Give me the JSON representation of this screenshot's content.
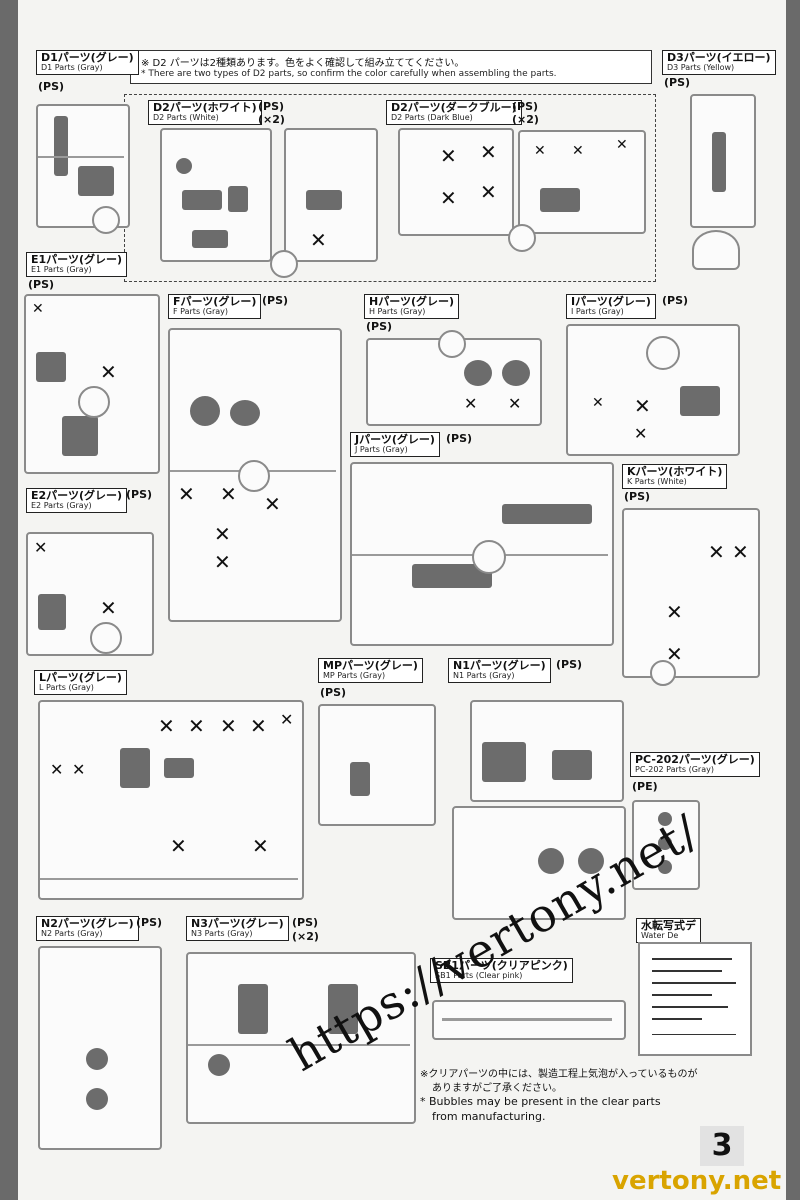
{
  "notice": {
    "line1": "※ D2 パーツは2種類あります。色をよく確認して組み立ててください。",
    "line2": "* There are two types of D2 parts, so confirm the color carefully when assembling the parts."
  },
  "sections": {
    "d1": {
      "jp": "D1パーツ(グレー)",
      "en": "D1 Parts (Gray)",
      "mat": "(PS)"
    },
    "d2w": {
      "jp": "D2パーツ(ホワイト)",
      "en": "D2 Parts (White)",
      "mat": "(PS)",
      "qty": "(×2)"
    },
    "d2b": {
      "jp": "D2パーツ(ダークブルー)",
      "en": "D2 Parts (Dark Blue)",
      "mat": "(PS)",
      "qty": "(×2)"
    },
    "d3": {
      "jp": "D3パーツ(イエロー)",
      "en": "D3 Parts (Yellow)",
      "mat": "(PS)"
    },
    "e1": {
      "jp": "E1パーツ(グレー)",
      "en": "E1 Parts (Gray)",
      "mat": "(PS)"
    },
    "f": {
      "jp": "Fパーツ(グレー)",
      "en": "F Parts (Gray)",
      "mat": "(PS)"
    },
    "h": {
      "jp": "Hパーツ(グレー)",
      "en": "H Parts (Gray)",
      "mat": "(PS)"
    },
    "i": {
      "jp": "Iパーツ(グレー)",
      "en": "I Parts (Gray)",
      "mat": "(PS)"
    },
    "e2": {
      "jp": "E2パーツ(グレー)",
      "en": "E2 Parts (Gray)",
      "mat": "(PS)"
    },
    "j": {
      "jp": "Jパーツ(グレー)",
      "en": "J Parts (Gray)",
      "mat": "(PS)"
    },
    "k": {
      "jp": "Kパーツ(ホワイト)",
      "en": "K Parts (White)",
      "mat": "(PS)"
    },
    "l": {
      "jp": "Lパーツ(グレー)",
      "en": "L Parts (Gray)",
      "mat": "(PS)"
    },
    "mp": {
      "jp": "MPパーツ(グレー)",
      "en": "MP Parts (Gray)",
      "mat": "(PS)"
    },
    "n1": {
      "jp": "N1パーツ(グレー)",
      "en": "N1 Parts (Gray)",
      "mat": "(PS)"
    },
    "pc": {
      "jp": "PC-202パーツ(グレー)",
      "en": "PC-202 Parts (Gray)",
      "mat": "(PE)"
    },
    "n2": {
      "jp": "N2パーツ(グレー)",
      "en": "N2 Parts (Gray)",
      "mat": "(PS)"
    },
    "n3": {
      "jp": "N3パーツ(グレー)",
      "en": "N3 Parts (Gray)",
      "mat": "(PS)",
      "qty": "(×2)"
    },
    "sb1": {
      "jp": "SB1パーツ(クリアピンク)",
      "en": "SB1 Parts (Clear pink)"
    },
    "decal": {
      "jp": "水転写式デ",
      "en": "Water De"
    }
  },
  "clear_note": {
    "jp1": "※クリアパーツの中には、製造工程上気泡が入っているものが",
    "jp2": "ありますがご了承ください。",
    "en1": "* Bubbles may be present in the clear parts",
    "en2": "from manufacturing."
  },
  "page_number": "3",
  "watermark": {
    "url": "https://vertony.net/",
    "site": "vertony.net"
  }
}
